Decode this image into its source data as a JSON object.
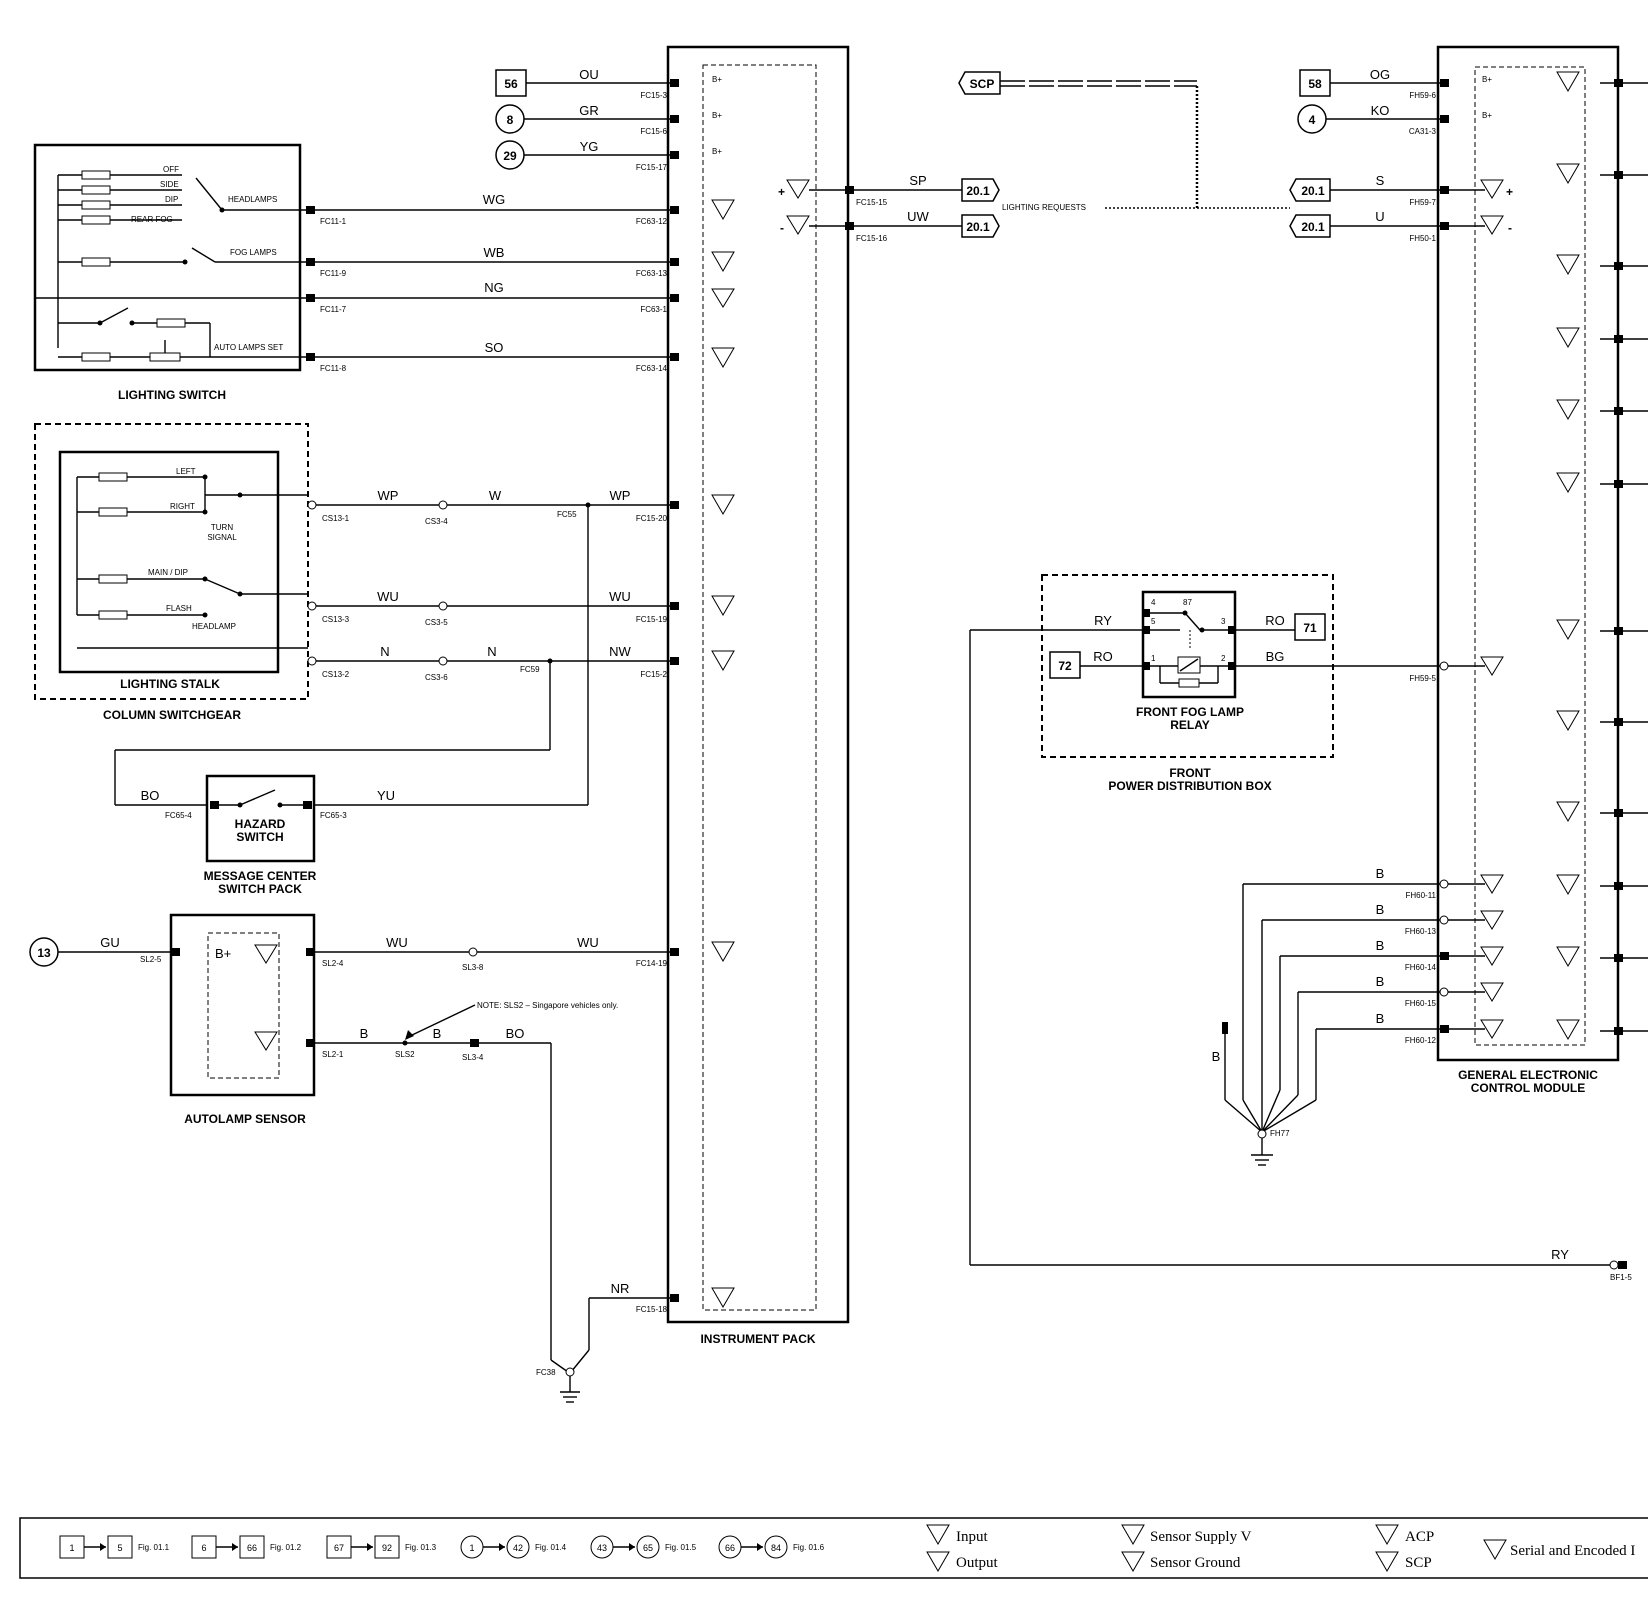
{
  "components": {
    "lighting_switch": {
      "title": "LIGHTING SWITCH",
      "positions": [
        "OFF",
        "SIDE",
        "DIP",
        "REAR FOG"
      ],
      "headlamps": "HEADLAMPS",
      "fog_lamps": "FOG LAMPS",
      "auto_lamps_set": "AUTO LAMPS SET"
    },
    "lighting_stalk": {
      "title": "LIGHTING STALK",
      "left": "LEFT",
      "right": "RIGHT",
      "turn_signal": [
        "TURN",
        "SIGNAL"
      ],
      "main_dip": "MAIN / DIP",
      "flash": "FLASH",
      "headlamp": "HEADLAMP"
    },
    "column_switchgear": "COLUMN SWITCHGEAR",
    "hazard_switch": [
      "HAZARD",
      "SWITCH"
    ],
    "message_center": [
      "MESSAGE CENTER",
      "SWITCH PACK"
    ],
    "autolamp_sensor": "AUTOLAMP SENSOR",
    "instrument_pack": "INSTRUMENT PACK",
    "front_fog_relay": [
      "FRONT FOG LAMP",
      "RELAY"
    ],
    "front_pdb": [
      "FRONT",
      "POWER DISTRIBUTION BOX"
    ],
    "gecm": [
      "GENERAL ELECTRONIC",
      "CONTROL MODULE"
    ],
    "lighting_requests": "LIGHTING REQUESTS",
    "note": "NOTE: SLS2 – Singapore vehicles only.",
    "b_plus": "B+"
  },
  "refs": {
    "r56": "56",
    "r8": "8",
    "r29": "29",
    "r13": "13",
    "r58": "58",
    "r4": "4",
    "r71": "71",
    "r72": "72",
    "r201": "20.1",
    "scp": "SCP"
  },
  "wires": {
    "ou": "OU",
    "gr": "GR",
    "yg": "YG",
    "wg": "WG",
    "wb": "WB",
    "ng": "NG",
    "so": "SO",
    "sp": "SP",
    "uw": "UW",
    "wp": "WP",
    "w": "W",
    "wu": "WU",
    "n": "N",
    "nw": "NW",
    "bo": "BO",
    "yu": "YU",
    "gu": "GU",
    "b": "B",
    "nr": "NR",
    "og": "OG",
    "ko": "KO",
    "s": "S",
    "u": "U",
    "ry": "RY",
    "ro": "RO",
    "bg": "BG"
  },
  "connectors": {
    "fc15_3": "FC15-3",
    "fc15_6": "FC15-6",
    "fc15_17": "FC15-17",
    "fc63_12": "FC63-12",
    "fc63_13": "FC63-13",
    "fc63_1": "FC63-1",
    "fc63_14": "FC63-14",
    "fc15_15": "FC15-15",
    "fc15_16": "FC15-16",
    "fc11_1": "FC11-1",
    "fc11_9": "FC11-9",
    "fc11_7": "FC11-7",
    "fc11_8": "FC11-8",
    "cs13_1": "CS13-1",
    "cs13_3": "CS13-3",
    "cs13_2": "CS13-2",
    "cs3_4": "CS3-4",
    "cs3_5": "CS3-5",
    "cs3_6": "CS3-6",
    "fc55": "FC55",
    "fc59": "FC59",
    "fc15_20": "FC15-20",
    "fc15_19": "FC15-19",
    "fc15_2": "FC15-2",
    "fc65_4": "FC65-4",
    "fc65_3": "FC65-3",
    "sl2_5": "SL2-5",
    "sl2_4": "SL2-4",
    "sl2_1": "SL2-1",
    "sl3_8": "SL3-8",
    "sls2": "SLS2",
    "sl3_4": "SL3-4",
    "fc14_19": "FC14-19",
    "fc15_18": "FC15-18",
    "fc38": "FC38",
    "fh59_6": "FH59-6",
    "ca31_3": "CA31-3",
    "fh59_7": "FH59-7",
    "fh50_1": "FH50-1",
    "fh59_5": "FH59-5",
    "fh60_11": "FH60-11",
    "fh60_13": "FH60-13",
    "fh60_14": "FH60-14",
    "fh60_15": "FH60-15",
    "fh60_12": "FH60-12",
    "fh77": "FH77",
    "bf1_5": "BF1-5"
  },
  "legend": {
    "ranges": [
      {
        "from": "1",
        "to": "5",
        "fig": "Fig. 01.1"
      },
      {
        "from": "6",
        "to": "66",
        "fig": "Fig. 01.2"
      },
      {
        "from": "67",
        "to": "92",
        "fig": "Fig. 01.3"
      },
      {
        "from": "1",
        "to": "42",
        "fig": "Fig. 01.4"
      },
      {
        "from": "43",
        "to": "65",
        "fig": "Fig. 01.5"
      },
      {
        "from": "66",
        "to": "84",
        "fig": "Fig. 01.6"
      }
    ],
    "input": "Input",
    "output": "Output",
    "sensor_supply": "Sensor Supply V",
    "sensor_ground": "Sensor Ground",
    "acp": "ACP",
    "scp": "SCP",
    "serial": "Serial and Encoded I"
  }
}
